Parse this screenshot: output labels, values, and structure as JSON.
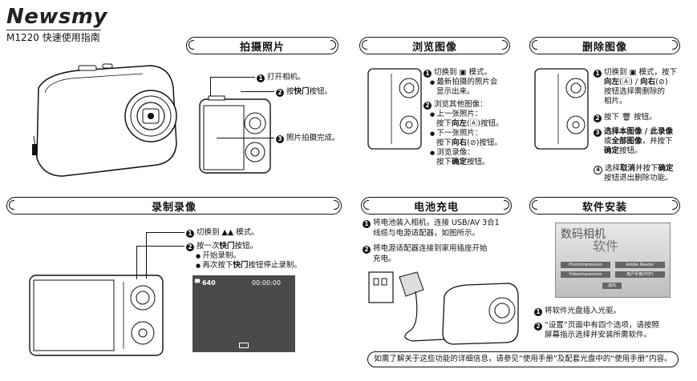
{
  "header": {
    "logo": "Newsmy",
    "model": "M1220 快速使用指南"
  },
  "sections": {
    "shoot": {
      "title": "拍摄照片",
      "steps": [
        "打开相机。",
        "按快门按钮。",
        "照片拍摄完成。"
      ]
    },
    "browse": {
      "title": "浏览图像",
      "s1a": "切换到",
      "s1b": "模式。",
      "s1c": "最新拍摄的照片会",
      "s1d": "显示出来。",
      "s2": "浏览其他图像：",
      "s2a": "上一张照片：",
      "s2b": "按下向左(",
      "s2c": ")按钮。",
      "s2d": "下一张照片：",
      "s2e": "按下向右(",
      "s2f": ")按钮。",
      "s2g": "浏览录像：",
      "s2h": "按下确定按钮。"
    },
    "delete": {
      "title": "删除图像",
      "s1a": "切换到",
      "s1b": "模式，按下",
      "s1c": "向左(",
      "s1d": ") / 向右(",
      "s1e": ")",
      "s1f": "按钮选择需删除的",
      "s1g": "相片。",
      "s2a": "按下",
      "s2b": "按钮。",
      "s3a": "选择本图像 / 此录像",
      "s3b": "或全部图像，并按下",
      "s3c": "确定按钮。",
      "s4a": "选择取消并按下确定",
      "s4b": "按钮退出删除功能。"
    },
    "record": {
      "title": "录制录像",
      "s1a": "切换到",
      "s1b": "模式。",
      "s2": "按一次快门按钮。",
      "b1": "开始录制。",
      "b2": "再次按下快门按钮停止录制。",
      "screen_res": "640",
      "screen_time": "00:00:00"
    },
    "battery": {
      "title": "电池充电",
      "s1a": "将电池装入相机，连接 USB/AV 3合1",
      "s1b": "线缆与电源适配器，如图所示。",
      "s2a": "将电源适配器连接到家用插座开始",
      "s2b": "充电。"
    },
    "software": {
      "title": "软件安装",
      "cd_title": "数码相机",
      "cd_sub": "软件",
      "cd_buttons": [
        "PhotoImpression",
        "Adobe Reader",
        "VideoImpression",
        "用户手册(PDF)"
      ],
      "cd_exit": "退出",
      "s1": "将软件光盘插入光驱。",
      "s2a": "“设置”页面中有四个选项，请按照",
      "s2b": "屏幕指示选择并安装所需软件。"
    }
  },
  "footer": "如需了解关于这些功能的详细信息，请参见“使用手册”及配套光盘中的“使用手册”内容。"
}
